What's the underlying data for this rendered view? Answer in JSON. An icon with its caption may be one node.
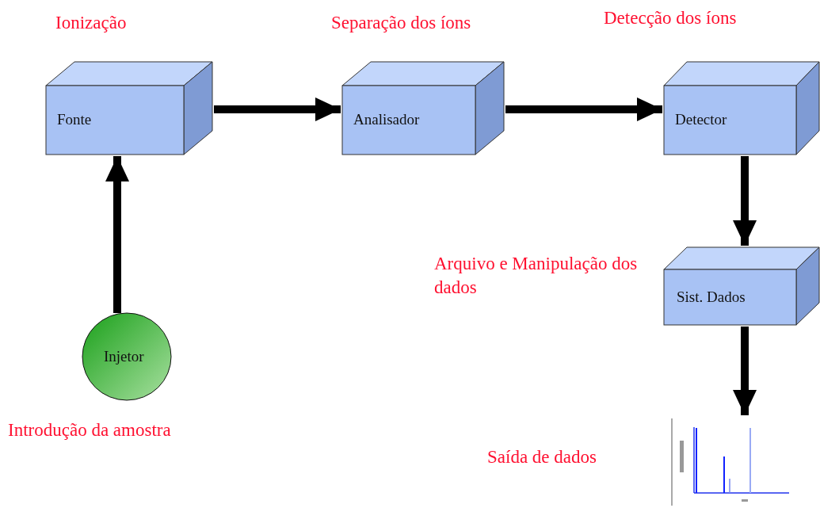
{
  "diagram": {
    "nodes": [
      {
        "text": [
          "Fonte"
        ],
        "beside": [
          "Ionização"
        ]
      },
      {
        "text": [
          "Analisador"
        ],
        "beside": [
          "Separação dos íons"
        ]
      },
      {
        "text": [
          "Detector"
        ],
        "beside": [
          "Detecção dos íons"
        ]
      },
      {
        "text": [
          "Sist. Dados"
        ],
        "beside": [
          "Arquivo e Manipulação dos dados"
        ]
      },
      {
        "text": [
          "Injetor"
        ],
        "beside": [
          "Introdução da amostra"
        ]
      },
      {
        "text": [],
        "shape": "picture"
      }
    ],
    "edges": [
      {
        "from": 4,
        "to": 0,
        "arrow": "to"
      },
      {
        "from": 0,
        "to": 1,
        "arrow": "to"
      },
      {
        "from": 1,
        "to": 2,
        "arrow": "to"
      },
      {
        "from": 2,
        "to": 3,
        "arrow": "to"
      },
      {
        "from": 3,
        "to": 5,
        "arrow": "to"
      }
    ],
    "labels": [
      "Saída de dados"
    ]
  }
}
